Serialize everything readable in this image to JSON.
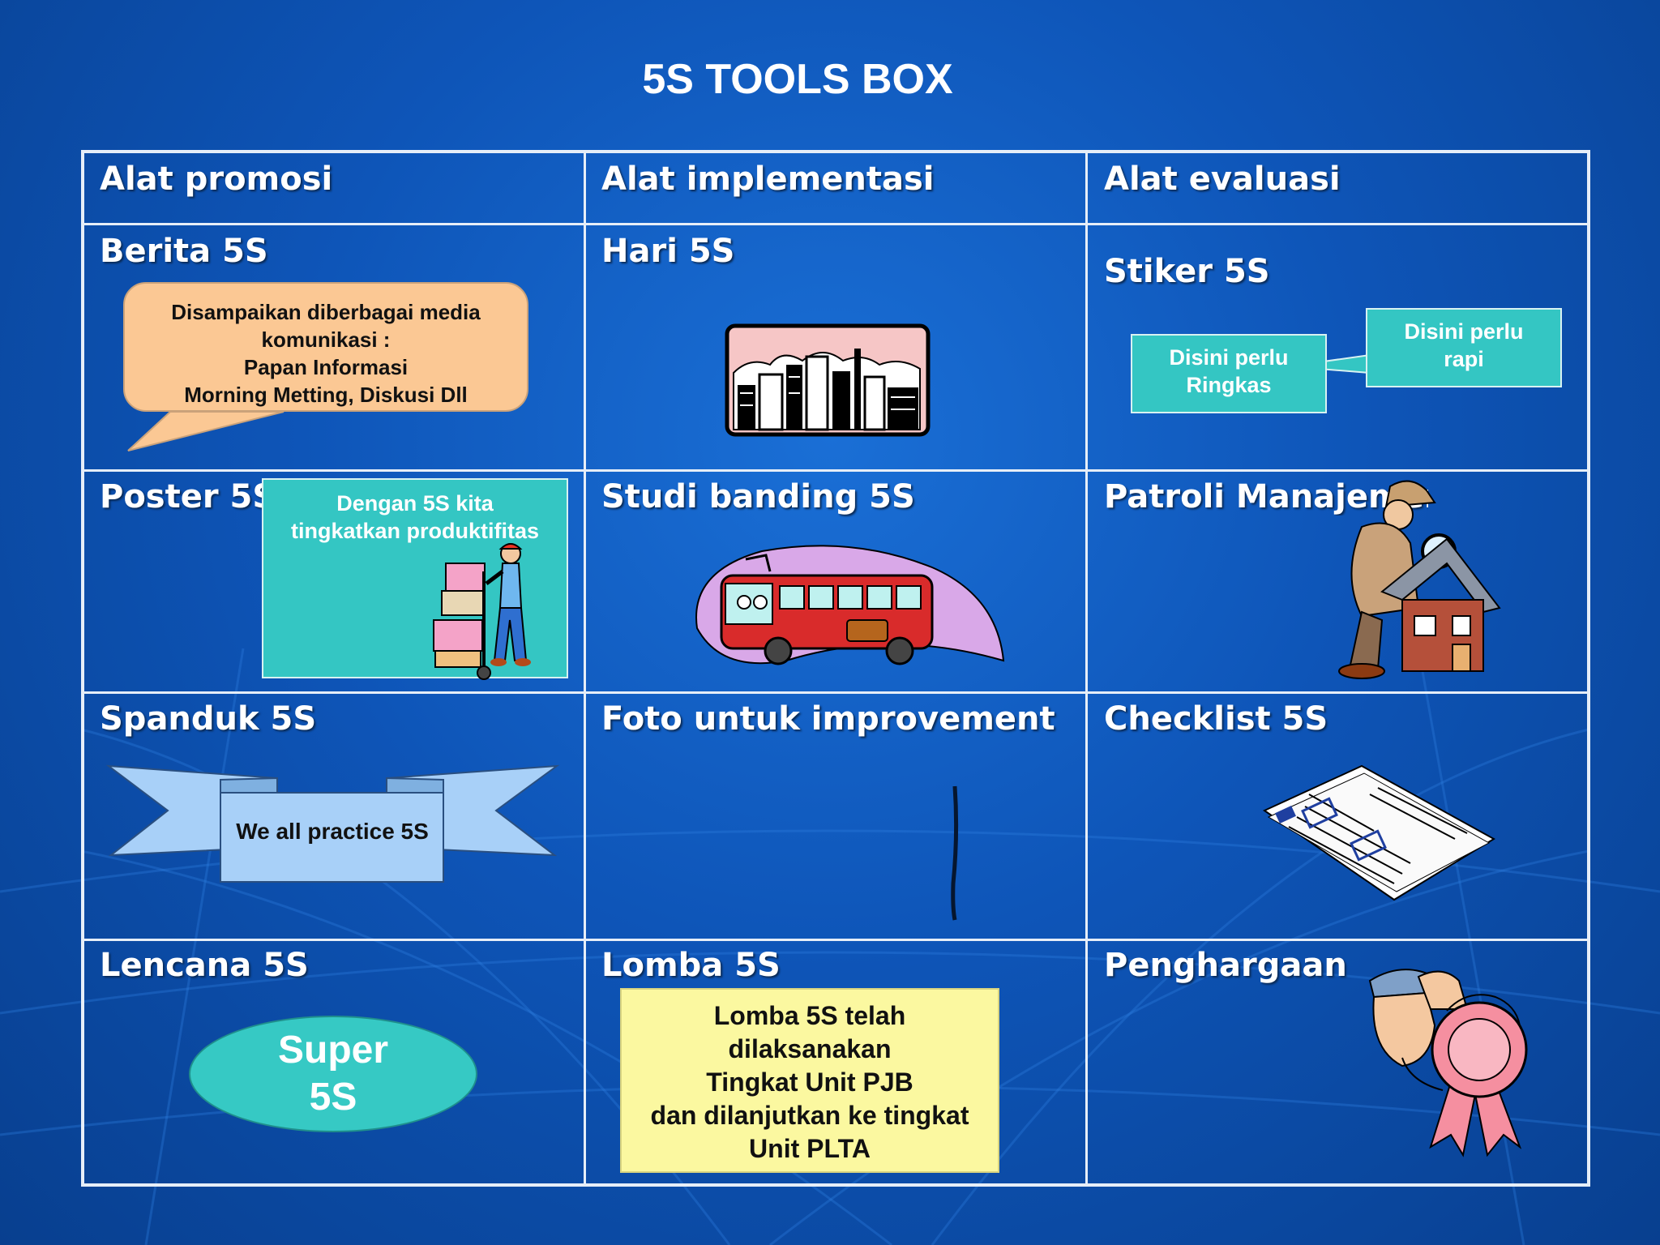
{
  "title": "5S TOOLS BOX",
  "table": {
    "headers": [
      "Alat promosi",
      "Alat implementasi",
      "Alat evaluasi"
    ],
    "cells": [
      [
        "Berita 5S",
        "Hari 5S",
        "Stiker 5S"
      ],
      [
        "Poster 5S",
        "Studi banding 5S",
        "Patroli Manajemen"
      ],
      [
        "Spanduk 5S",
        "Foto untuk improvement",
        "Checklist 5S"
      ],
      [
        "Lencana 5S",
        "Lomba 5S",
        "Penghargaan"
      ]
    ]
  },
  "callouts": {
    "berita": {
      "line1": "Disampaikan diberbagai media",
      "line2": "komunikasi :",
      "line3": "Papan Informasi",
      "line4": "Morning Metting, Diskusi Dll"
    },
    "stiker_ringkas": {
      "line1": "Disini perlu",
      "line2": "Ringkas"
    },
    "stiker_rapi": {
      "line1": "Disini perlu",
      "line2": "rapi"
    },
    "poster": {
      "line1": "Dengan 5S kita",
      "line2": "tingkatkan produktifitas"
    },
    "spanduk": "We all practice 5S",
    "lencana": {
      "line1": "Super",
      "line2": "5S"
    },
    "lomba": {
      "line1": "Lomba 5S telah",
      "line2": "dilaksanakan",
      "line3": "Tingkat Unit PJB",
      "line4": "dan dilanjutkan ke tingkat",
      "line5": "Unit PLTA"
    }
  },
  "colors": {
    "background": "#0e55b8",
    "grid_line": "#e6eef8",
    "orange_callout": "#fbc894",
    "teal_box": "#34c6c3",
    "yellow_box": "#fbf8a0",
    "banner": "#a8d0f8"
  },
  "icons": [
    "city-skyline-icon",
    "mover-with-boxes-icon",
    "bus-icon",
    "detective-house-icon",
    "checklist-document-icon",
    "award-ribbon-man-icon"
  ]
}
